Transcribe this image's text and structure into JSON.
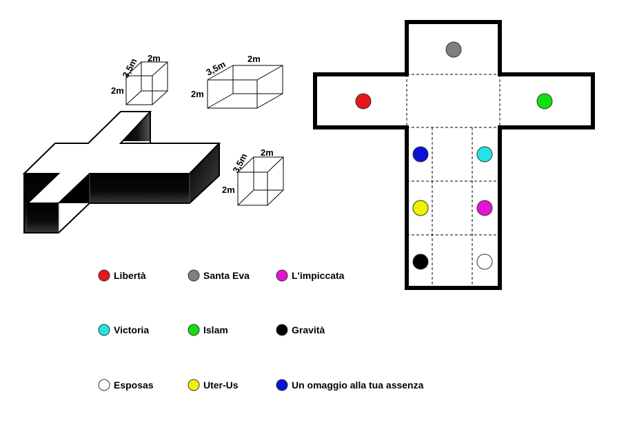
{
  "dimensions": {
    "depth": "3,5m",
    "width": "2m",
    "height": "2m"
  },
  "legend": [
    {
      "key": "liberta",
      "label": "Libertà",
      "color": "#e8161c"
    },
    {
      "key": "santa-eva",
      "label": "Santa Eva",
      "color": "#7f7f7f"
    },
    {
      "key": "impiccata",
      "label": "L'impiccata",
      "color": "#e413d6"
    },
    {
      "key": "victoria",
      "label": "Victoria",
      "color": "#22e4e4"
    },
    {
      "key": "islam",
      "label": "Islam",
      "color": "#10e010"
    },
    {
      "key": "gravita",
      "label": "Gravità",
      "color": "#000000"
    },
    {
      "key": "esposas",
      "label": "Esposas",
      "color": "#ffffff"
    },
    {
      "key": "uter-us",
      "label": "Uter-Us",
      "color": "#f5f000"
    },
    {
      "key": "omaggio",
      "label": "Un omaggio alla tua assenza",
      "color": "#0a10d8"
    }
  ],
  "plan_dots": [
    {
      "key": "santa-eva"
    },
    {
      "key": "liberta"
    },
    {
      "key": "islam"
    },
    {
      "key": "omaggio"
    },
    {
      "key": "victoria"
    },
    {
      "key": "uter-us"
    },
    {
      "key": "impiccata"
    },
    {
      "key": "gravita"
    },
    {
      "key": "esposas"
    }
  ]
}
